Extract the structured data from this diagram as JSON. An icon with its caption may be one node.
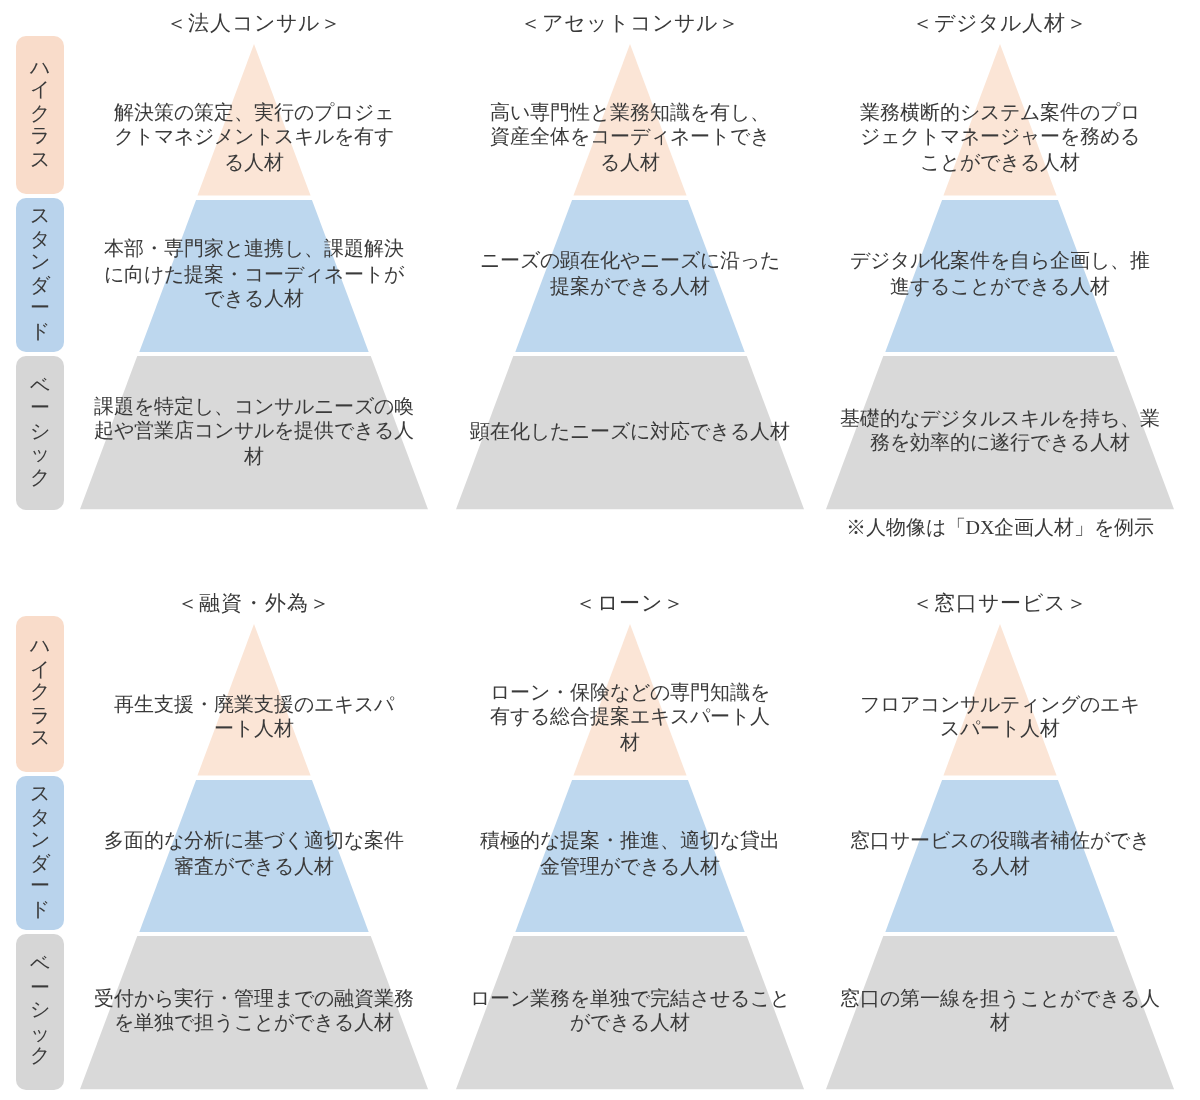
{
  "diagram": {
    "nodes": [
      {
        "text": [
          "ハイクラス"
        ]
      },
      {
        "text": [
          "スタンダード"
        ]
      },
      {
        "text": [
          "ベーシック"
        ]
      },
      {
        "text": [
          "＜法人コンサル＞"
        ]
      },
      {
        "text": [
          "解決策の策定、実行のプロジェクトマネジメントスキルを有する人材"
        ],
        "in": 3
      },
      {
        "text": [
          "本部・専門家と連携し、課題解決に向けた提案・コーディネートができる人材"
        ],
        "in": 3
      },
      {
        "text": [
          "課題を特定し、コンサルニーズの喚起や営業店コンサルを提供できる人材"
        ],
        "in": 3
      },
      {
        "text": [
          "＜アセットコンサル＞"
        ]
      },
      {
        "text": [
          "高い専門性と業務知識を有し、資産全体をコーディネートできる人材"
        ],
        "in": 7
      },
      {
        "text": [
          "ニーズの顕在化やニーズに沿った提案ができる人材"
        ],
        "in": 7
      },
      {
        "text": [
          "顕在化したニーズに対応できる人材"
        ],
        "in": 7
      },
      {
        "text": [
          "＜デジタル人材＞"
        ]
      },
      {
        "text": [
          "業務横断的システム案件のプロジェクトマネージャーを務めることができる人材"
        ],
        "in": 11
      },
      {
        "text": [
          "デジタル化案件を自ら企画し、推進することができる人材"
        ],
        "in": 11
      },
      {
        "text": [
          "基礎的なデジタルスキルを持ち、業務を効率的に遂行できる人材"
        ],
        "in": 11
      },
      {
        "text": [
          "ハイクラス"
        ]
      },
      {
        "text": [
          "スタンダード"
        ]
      },
      {
        "text": [
          "ベーシック"
        ]
      },
      {
        "text": [
          "＜融資・外為＞"
        ]
      },
      {
        "text": [
          "再生支援・廃業支援のエキスパート人材"
        ],
        "in": 18
      },
      {
        "text": [
          "多面的な分析に基づく適切な案件審査ができる人材"
        ],
        "in": 18
      },
      {
        "text": [
          "受付から実行・管理までの融資業務を単独で担うことができる人材"
        ],
        "in": 18
      },
      {
        "text": [
          "＜ローン＞"
        ]
      },
      {
        "text": [
          "ローン・保険などの専門知識を有する総合提案エキスパート人材"
        ],
        "in": 22
      },
      {
        "text": [
          "積極的な提案・推進、適切な貸出金管理ができる人材"
        ],
        "in": 22
      },
      {
        "text": [
          "ローン業務を単独で完結させることができる人材"
        ],
        "in": 22
      },
      {
        "text": [
          "＜窓口サービス＞"
        ]
      },
      {
        "text": [
          "フロアコンサルティングのエキスパート人材"
        ],
        "in": 26
      },
      {
        "text": [
          "窓口サービスの役職者補佐ができる人材"
        ],
        "in": 26
      },
      {
        "text": [
          "窓口の第一線を担うことができる人材"
        ],
        "in": 26
      }
    ],
    "labels": [
      "※人物像は「DX企画人材」を例示"
    ]
  }
}
